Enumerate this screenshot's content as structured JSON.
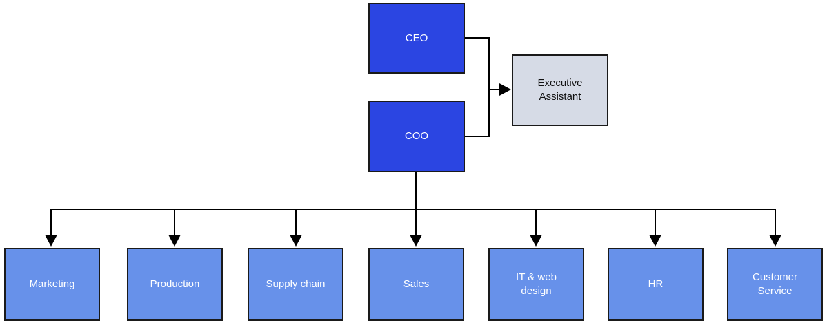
{
  "nodes": {
    "ceo": "CEO",
    "coo": "COO",
    "assistant": "Executive\nAssistant",
    "departments": [
      "Marketing",
      "Production",
      "Supply chain",
      "Sales",
      "IT & web\ndesign",
      "HR",
      "Customer\nService"
    ]
  },
  "colors": {
    "executive_fill": "#2b45e2",
    "department_fill": "#6791ea",
    "assistant_fill": "#d6dbe6",
    "border": "#1a1a1a",
    "connector": "#000000"
  }
}
